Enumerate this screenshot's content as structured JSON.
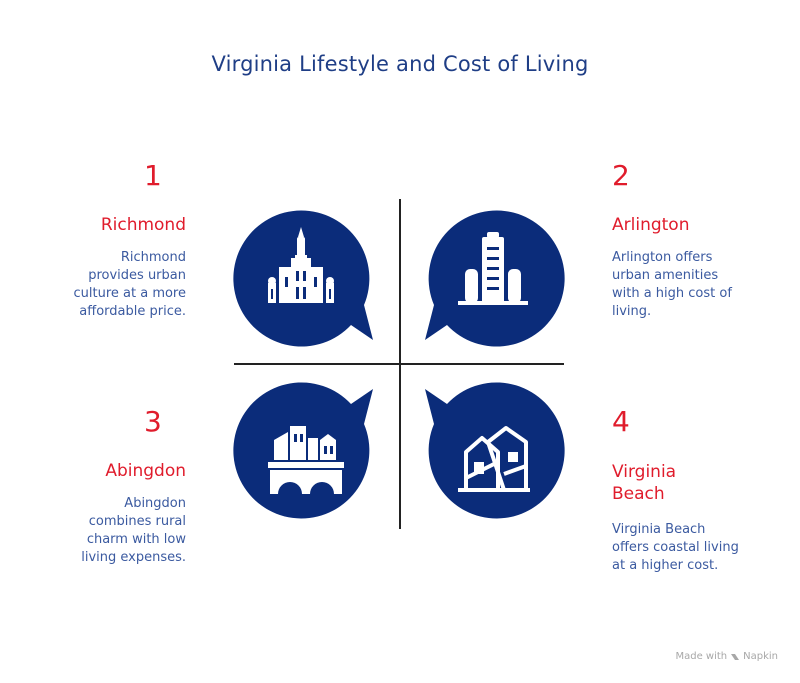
{
  "title": "Virginia Lifestyle and Cost of Living",
  "colors": {
    "accent": "#e01c2c",
    "bubble": "#0b2c7a",
    "title": "#1f3e86",
    "text": "#3b5aa0"
  },
  "items": [
    {
      "number": "1",
      "city": "Richmond",
      "description": [
        "Richmond",
        "provides urban",
        "culture at a more",
        "affordable price."
      ],
      "icon": "capitol-building-icon"
    },
    {
      "number": "2",
      "city": "Arlington",
      "description": [
        "Arlington offers",
        "urban amenities",
        "with a high cost of",
        "living."
      ],
      "icon": "office-tower-icon"
    },
    {
      "number": "3",
      "city": "Abingdon",
      "description": [
        "Abingdon",
        "combines rural",
        "charm with low",
        "living expenses."
      ],
      "icon": "town-bridge-icon"
    },
    {
      "number": "4",
      "city": [
        "Virginia",
        "Beach"
      ],
      "description": [
        "Virginia Beach",
        "offers coastal living",
        "at a higher cost."
      ],
      "icon": "coastal-houses-icon"
    }
  ],
  "footer": {
    "made_with": "Made with",
    "brand": "Napkin",
    "brand_icon": "napkin-logo-icon"
  }
}
